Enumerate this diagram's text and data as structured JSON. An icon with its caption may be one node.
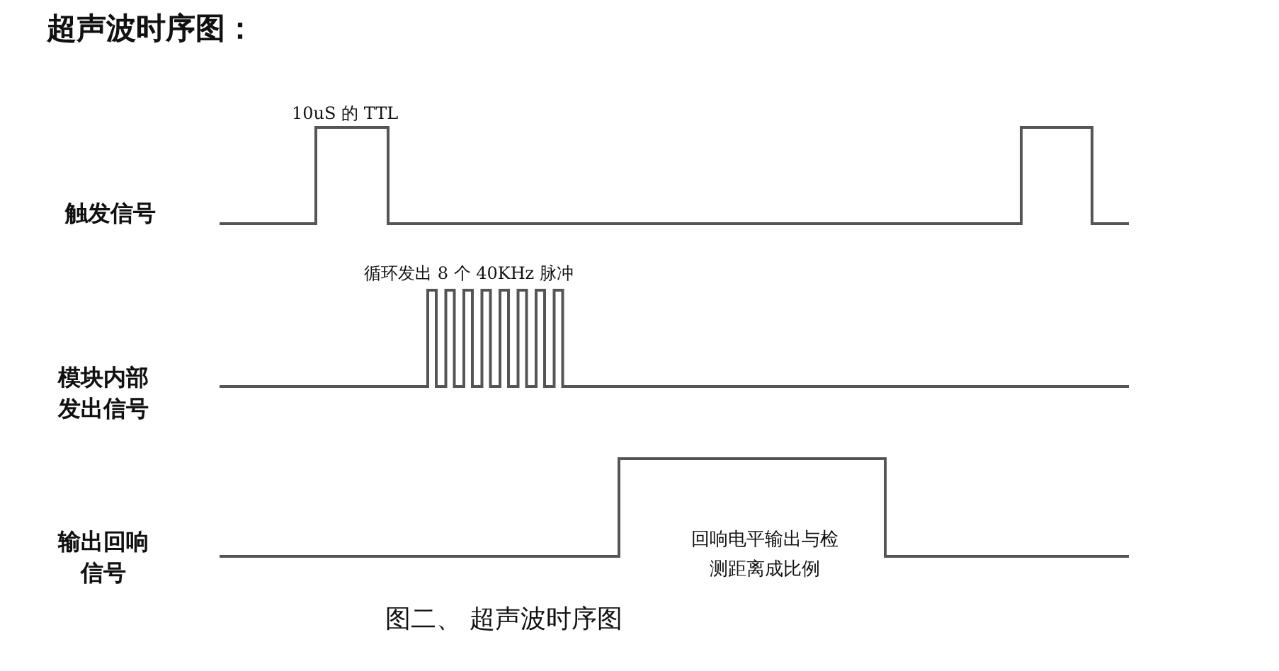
{
  "diagram": {
    "title": "超声波时序图：",
    "caption": "图二、 超声波时序图",
    "labels": [
      "10uS 的 TTL",
      "触发信号",
      "循环发出 8 个 40KHz 脉冲",
      "模块内部发出信号",
      "输出回响信号",
      "回响电平输出与检测距离成比例"
    ]
  }
}
